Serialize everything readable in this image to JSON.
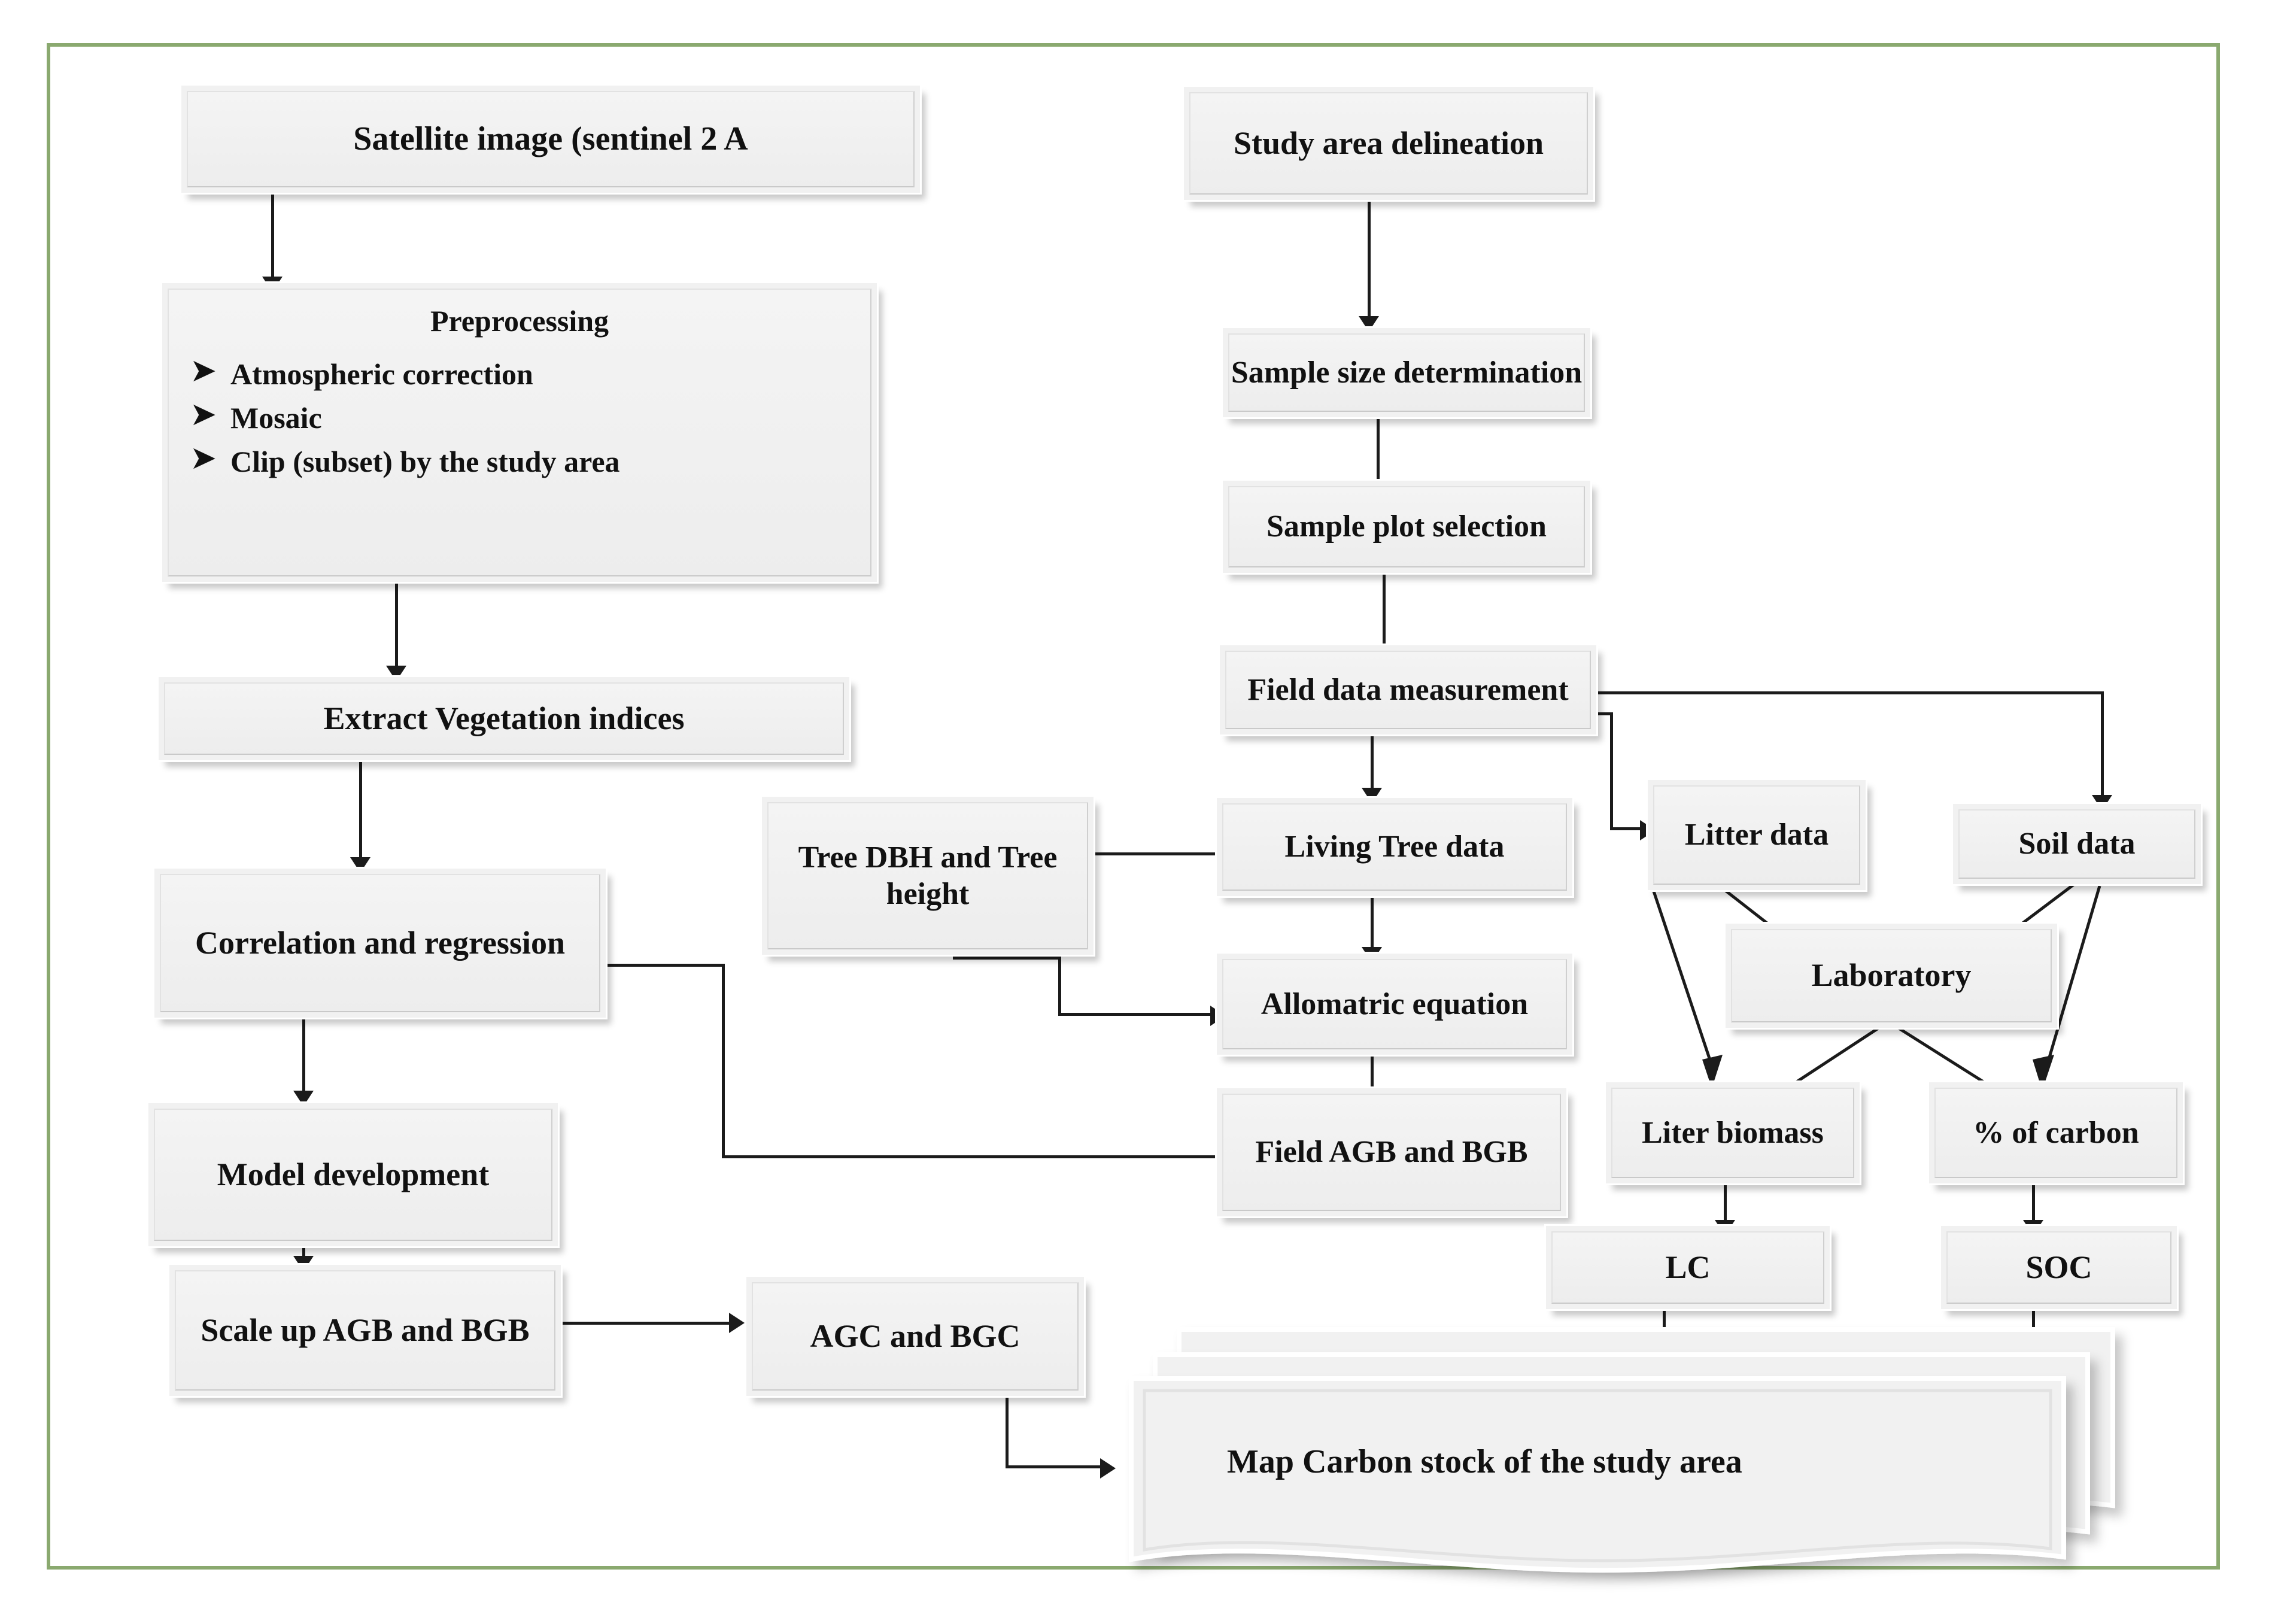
{
  "diagram": {
    "title": "Carbon stock mapping methodology flowchart",
    "frame_color": "#8aa96f",
    "node_fill": "#f1f1f1",
    "connector_color": "#1b1b1b"
  },
  "nodes": {
    "satellite_image": "Satellite image (sentinel 2 A",
    "preprocessing_title": "Preprocessing",
    "preprocessing_items": [
      "Atmospheric correction",
      "Mosaic",
      "Clip (subset) by the study area"
    ],
    "preprocessing_item_1": "Atmospheric correction",
    "preprocessing_item_2": "Mosaic",
    "preprocessing_item_3a": "Clip   (subset)   by   the",
    "preprocessing_item_3b": "study area",
    "extract_vegetation_indices": "Extract Vegetation indices",
    "correlation_and_regression": "Correlation and regression",
    "model_development": "Model development",
    "scale_up_agb_bgb": "Scale up AGB and BGB",
    "agc_and_bgc": "AGC and BGC",
    "study_area_delineation": "Study area delineation",
    "sample_size_determination": "Sample size determination",
    "sample_plot_selection": "Sample plot selection",
    "field_data_measurement": "Field data measurement",
    "living_tree_data": "Living Tree data",
    "tree_dbh_and_tree_height": "Tree DBH and Tree height",
    "allomatric_equation": "Allomatric equation",
    "field_agb_and_bgb": "Field AGB and BGB",
    "litter_data": "Litter data",
    "soil_data": "Soil data",
    "laboratory": "Laboratory",
    "liter_biomass": "Liter biomass",
    "percent_of_carbon": "% of carbon",
    "lc": "LC",
    "soc": "SOC",
    "map_carbon_stock": "Map Carbon stock of the study area"
  },
  "bullet_glyph": "➤"
}
